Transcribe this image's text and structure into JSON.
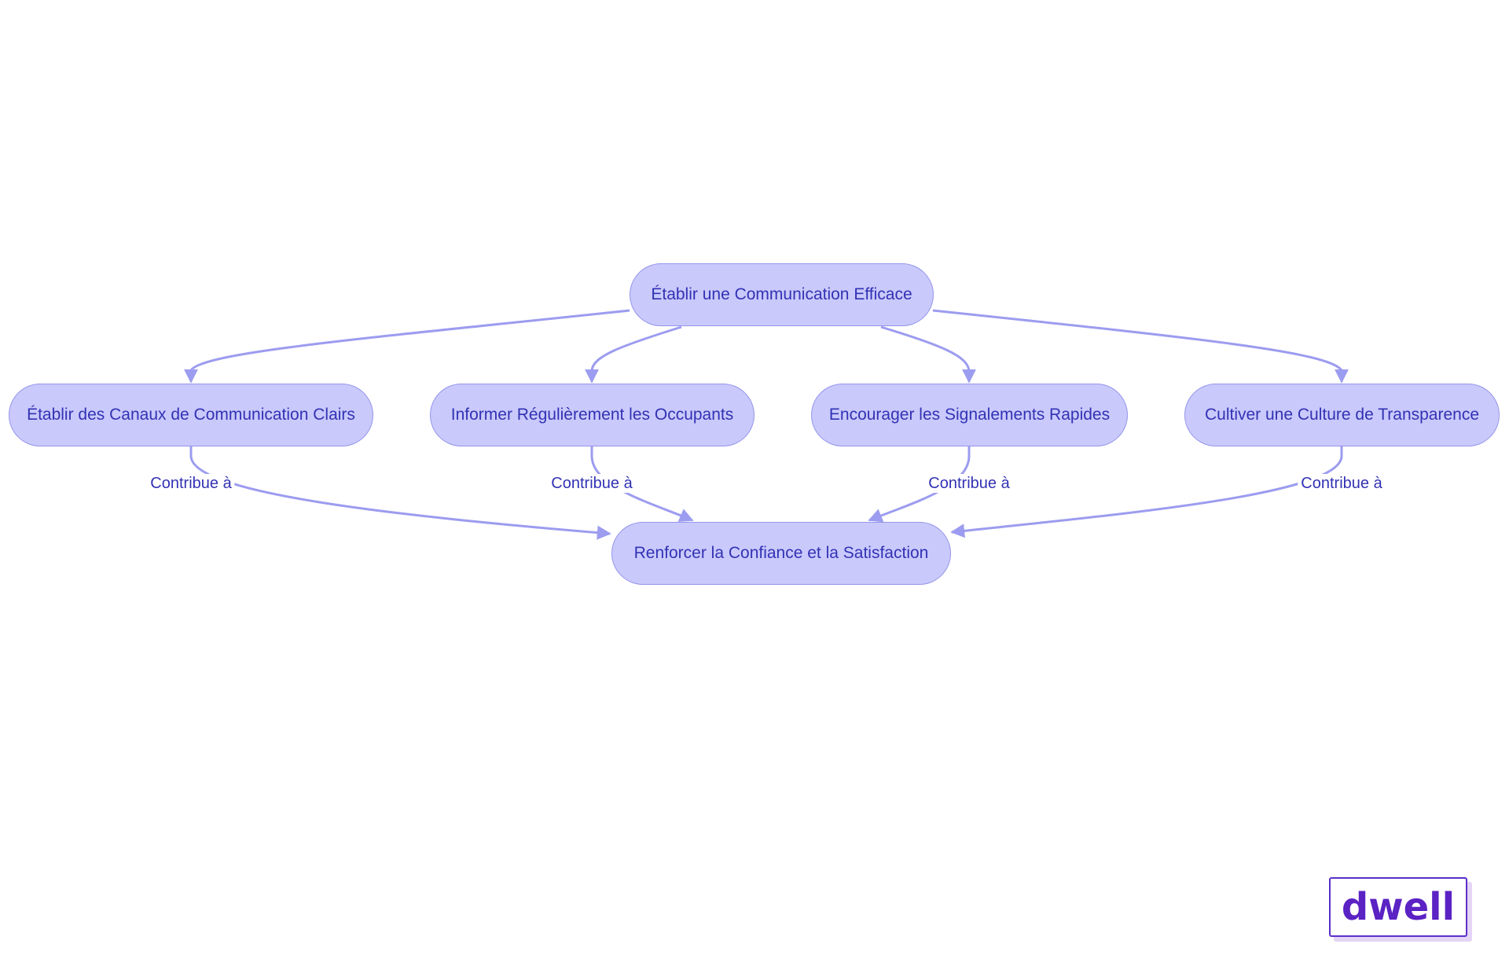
{
  "diagram": {
    "nodes": {
      "root": "Établir une Communication Efficace",
      "canaux": "Établir des Canaux de Communication Clairs",
      "informer": "Informer Régulièrement les Occupants",
      "encourager": "Encourager les Signalements Rapides",
      "cultiver": "Cultiver une Culture de Transparence",
      "result": "Renforcer la Confiance et la Satisfaction"
    },
    "edges": [
      {
        "from": "root",
        "to": "canaux",
        "label": ""
      },
      {
        "from": "root",
        "to": "informer",
        "label": ""
      },
      {
        "from": "root",
        "to": "encourager",
        "label": ""
      },
      {
        "from": "root",
        "to": "cultiver",
        "label": ""
      },
      {
        "from": "canaux",
        "to": "result",
        "label": "Contribue à"
      },
      {
        "from": "informer",
        "to": "result",
        "label": "Contribue à"
      },
      {
        "from": "encourager",
        "to": "result",
        "label": "Contribue à"
      },
      {
        "from": "cultiver",
        "to": "result",
        "label": "Contribue à"
      }
    ],
    "colors": {
      "node_fill": "#c9c9fc",
      "node_border": "#9595ea",
      "text": "#3232b4",
      "edge": "#9c9cf0"
    }
  },
  "logo": {
    "text": "dwell",
    "color": "#5b22c4"
  }
}
